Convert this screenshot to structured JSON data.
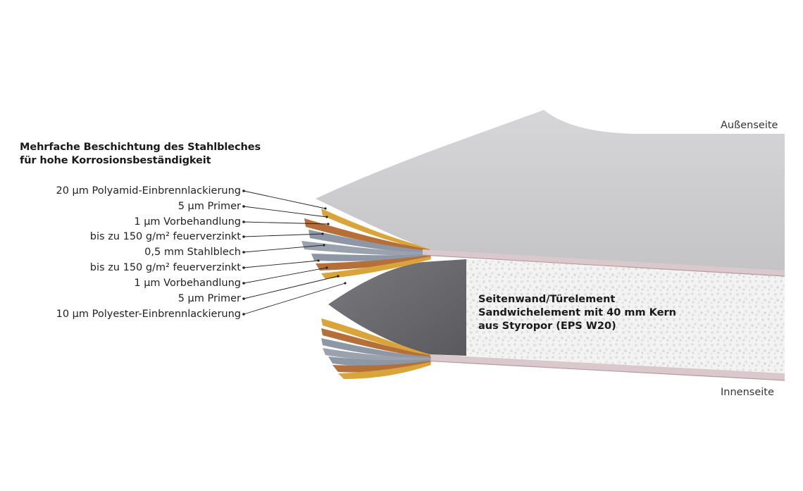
{
  "heading": {
    "line1": "Mehrfache Beschichtung des Stahlbleches",
    "line2": "für hohe Korrosionsbeständigkeit"
  },
  "layers": [
    {
      "label": "20 µm Polyamid-Einbrennlackierung",
      "color": "#c9c9cb"
    },
    {
      "label": "5 µm Primer",
      "color": "#d9a43a"
    },
    {
      "label": "1 µm Vorbehandlung",
      "color": "#b5703a"
    },
    {
      "label": "bis zu 150 g/m² feuerverzinkt",
      "color": "#8e97a6"
    },
    {
      "label": "0,5 mm Stahlblech",
      "color": "#9aa2ae"
    },
    {
      "label": "bis zu 150 g/m² feuerverzinkt",
      "color": "#8e97a6"
    },
    {
      "label": "1 µm Vorbehandlung",
      "color": "#b5703a"
    },
    {
      "label": "5 µm Primer",
      "color": "#d9a43a"
    },
    {
      "label": "10 µm Polyester-Einbrennlackierung",
      "color": "#6f6f73"
    }
  ],
  "outer_side": "Außenseite",
  "inner_side": "Innenseite",
  "core": {
    "line1": "Seitenwand/Türelement",
    "line2": "Sandwichelement mit 40 mm Kern",
    "line3": "aus Styropor (EPS W20)",
    "color": "#f2f2f2"
  }
}
